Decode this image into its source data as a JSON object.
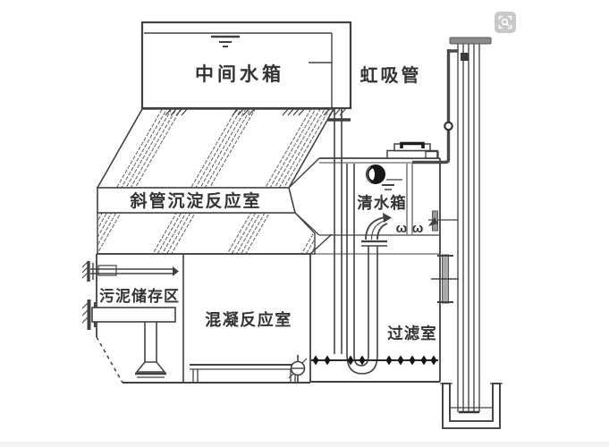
{
  "image_viewer": {
    "search_button": {
      "icon": "image-search-icon"
    }
  },
  "diagram": {
    "labels": {
      "intermediate_tank": "中间水箱",
      "siphon_pipe": "虹吸管",
      "inclined_tube_settling_chamber": "斜管沉淀反应室",
      "clean_water_tank": "清水箱",
      "sludge_storage_area": "污泥储存区",
      "coagulation_chamber": "混凝反应室",
      "filter_chamber": "过滤室",
      "omega_symbol": "ω"
    },
    "colors": {
      "line": "#414141",
      "text": "#333333",
      "solid_black": "#161616",
      "metal_gray": "#8a8a8a",
      "button_gray": "#c9c9c9",
      "background": "#ffffff"
    }
  }
}
